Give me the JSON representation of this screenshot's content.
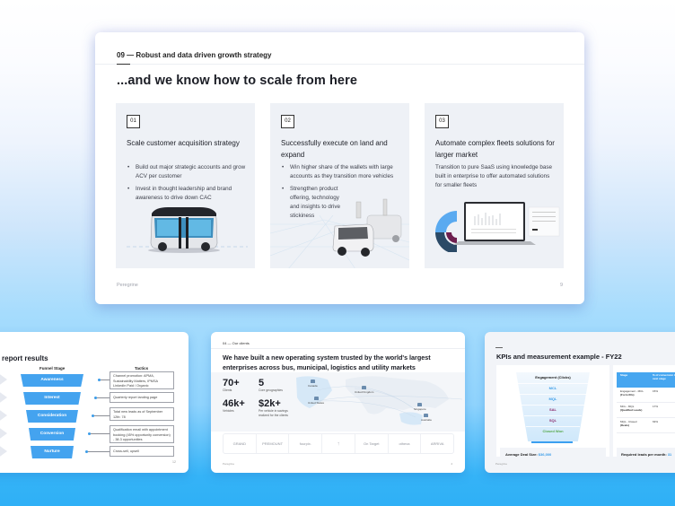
{
  "main_slide": {
    "breadcrumb": "09 — Robust and data driven growth strategy",
    "title": "...and we know how to scale from here",
    "cards": [
      {
        "number": "01",
        "title": "Scale customer acquisition strategy",
        "bullets": [
          "Build out major strategic accounts and grow ACV per customer",
          "Invest in thought leadership and brand awareness to drive down CAC"
        ],
        "image": "autonomous-shuttle-bus"
      },
      {
        "number": "02",
        "title": "Successfully execute on land and expand",
        "bullets": [
          "Win higher share of the wallets with large accounts as they transition more vehicles",
          "Strengthen product offering, technology and insights to drive stickiness"
        ],
        "image": "utility-vans"
      },
      {
        "number": "03",
        "title": "Automate complex fleets solutions for larger market",
        "paragraph": "Transition to pure SaaS using knowledge base built in enterprise to offer automated solutions for smaller fleets",
        "image": "saas-dashboard-laptop"
      }
    ],
    "footer_brand": "Peregrine",
    "page_number": "9"
  },
  "left_slide": {
    "title": "report results",
    "col_funnel": "Funnel Stage",
    "col_tactics": "Tactics",
    "stages": [
      "Awareness",
      "Interest",
      "Consideration",
      "Conversion",
      "Nurture"
    ],
    "tactics": [
      "Channel promotion: APMA, Sustainability Matters, IPMSA LinkedIn Paid / Organic",
      "Quarterly report landing page",
      "Total new leads as of September 12th: 78",
      "Qualification email with appointment booking (45% opportunity conversion) - 38.3 opportunities",
      "Cross-sell, upsell"
    ],
    "page_number": "12"
  },
  "middle_slide": {
    "breadcrumb": "04 — Our clients",
    "title": "We have built a new operating system trusted by the world's largest enterprises across bus, municipal, logistics and utility markets",
    "stats": [
      {
        "value": "70+",
        "label": "Clients"
      },
      {
        "value": "5",
        "label": "Core geographies"
      },
      {
        "value": "46k+",
        "label": "Vehicles"
      },
      {
        "value": "$2k+",
        "label": "Per vehicle in savings realized for the clients"
      }
    ],
    "map_pins": [
      "Canada",
      "United States",
      "United Kingdom",
      "Singapore",
      "Australia"
    ],
    "logos": [
      "GRAND",
      "PREMOUNT",
      "fourpix.",
      "ᛉ",
      "On Target",
      "othexa",
      "ARRIVA"
    ],
    "footer_brand": "Peregrine",
    "page_number": "4"
  },
  "right_slide": {
    "title": "KPIs and measurement example - FY22",
    "funnel_levels": [
      {
        "label": "Engagement (Clicks)",
        "color": "#222222"
      },
      {
        "label": "MCL",
        "color": "#3a9ce8"
      },
      {
        "label": "MQL",
        "color": "#3a9ce8"
      },
      {
        "label": "SAL",
        "color": "#8a2c6e"
      },
      {
        "label": "SQL",
        "color": "#8a2c6e"
      },
      {
        "label": "Closed Won",
        "color": "#55a84a"
      }
    ],
    "avg_deal_label": "Average Deal Size:",
    "avg_deal_value": "$36,000",
    "table_headers": [
      "Stage",
      "% of conversion to next stage"
    ],
    "table_rows": [
      {
        "stage": "Engagement - MCL",
        "sub": "(Form fills)",
        "pct": "15%"
      },
      {
        "stage": "MCL - MQL",
        "sub": "(Qualified Leads)",
        "pct": "17%"
      },
      {
        "stage": "MQL - Closed",
        "sub": "(Deals)",
        "pct": "63%"
      }
    ],
    "required_leads_label": "Required leads per month:",
    "required_leads_value": "31",
    "footer_brand": "Peregrine"
  },
  "colors": {
    "accent_blue": "#44a3ef",
    "card_bg": "#eef1f6",
    "bg_gradient_bottom": "#2fb0f6"
  }
}
